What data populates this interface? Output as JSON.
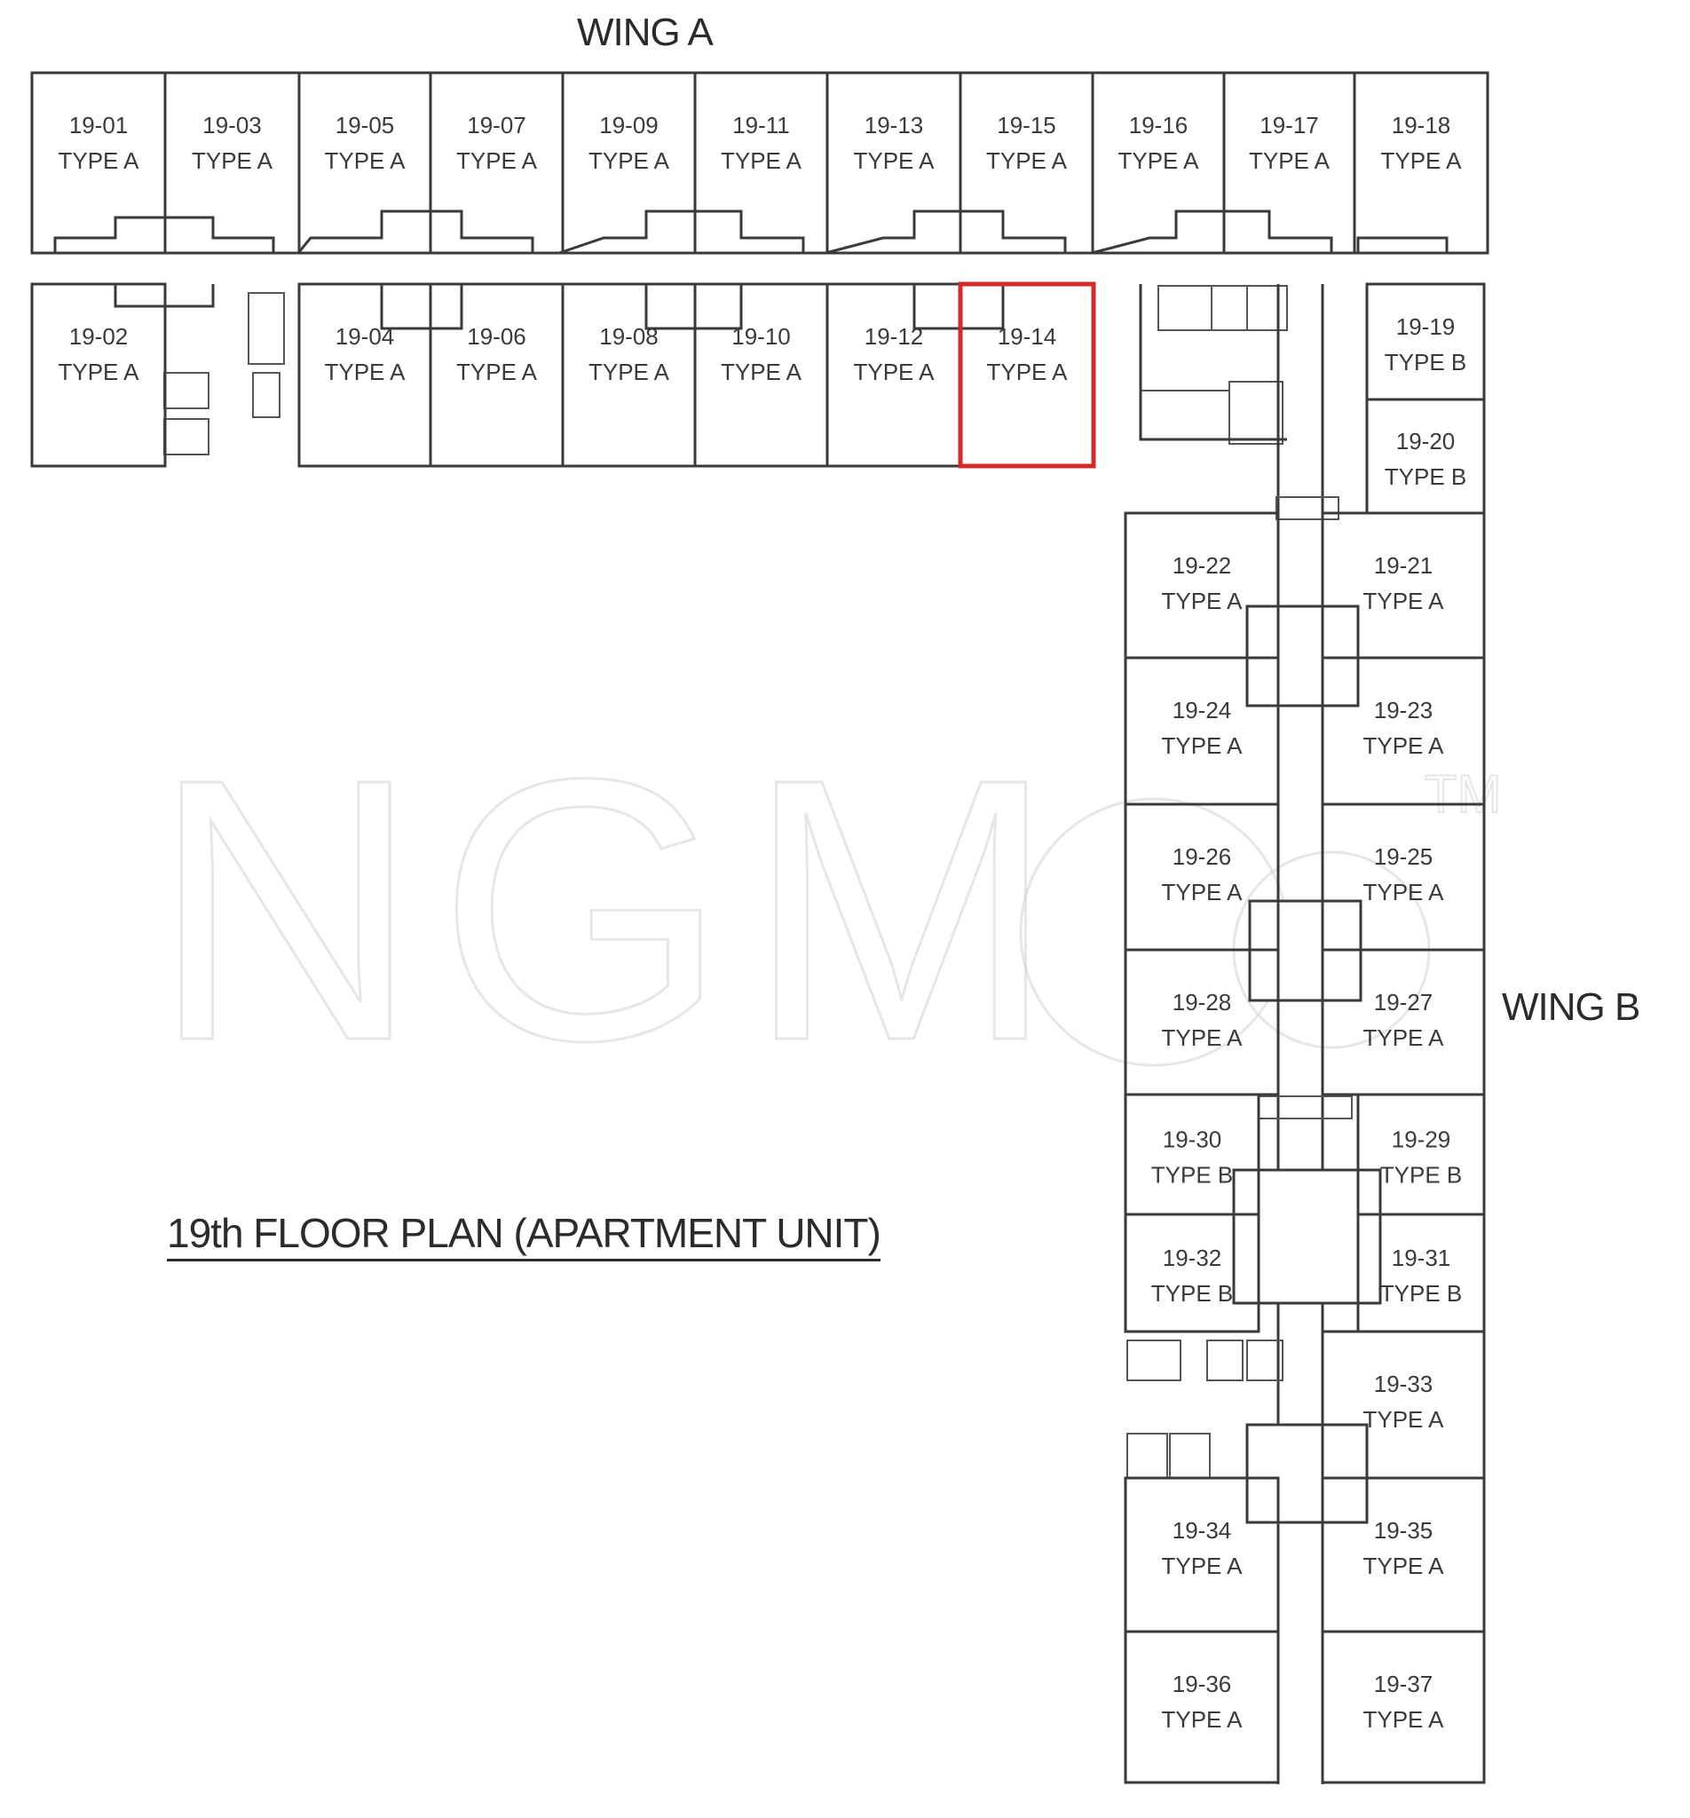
{
  "wing_a_label": "WING A",
  "wing_b_label": "WING B",
  "title": "19th FLOOR PLAN (APARTMENT UNIT)",
  "highlight_color": "#d42a2a",
  "watermark": {
    "text": "NGM",
    "tm": "TM",
    "logo": "ncm-co-watermark"
  },
  "units": [
    {
      "id": "19-01",
      "type": "TYPE A"
    },
    {
      "id": "19-03",
      "type": "TYPE A"
    },
    {
      "id": "19-05",
      "type": "TYPE A"
    },
    {
      "id": "19-07",
      "type": "TYPE A"
    },
    {
      "id": "19-09",
      "type": "TYPE A"
    },
    {
      "id": "19-11",
      "type": "TYPE A"
    },
    {
      "id": "19-13",
      "type": "TYPE A"
    },
    {
      "id": "19-15",
      "type": "TYPE A"
    },
    {
      "id": "19-16",
      "type": "TYPE A"
    },
    {
      "id": "19-17",
      "type": "TYPE A"
    },
    {
      "id": "19-18",
      "type": "TYPE A"
    },
    {
      "id": "19-02",
      "type": "TYPE A"
    },
    {
      "id": "19-04",
      "type": "TYPE A"
    },
    {
      "id": "19-06",
      "type": "TYPE A"
    },
    {
      "id": "19-08",
      "type": "TYPE A"
    },
    {
      "id": "19-10",
      "type": "TYPE A"
    },
    {
      "id": "19-12",
      "type": "TYPE A"
    },
    {
      "id": "19-14",
      "type": "TYPE A",
      "highlighted": true
    },
    {
      "id": "19-19",
      "type": "TYPE B"
    },
    {
      "id": "19-20",
      "type": "TYPE B"
    },
    {
      "id": "19-22",
      "type": "TYPE A"
    },
    {
      "id": "19-21",
      "type": "TYPE A"
    },
    {
      "id": "19-24",
      "type": "TYPE A"
    },
    {
      "id": "19-23",
      "type": "TYPE A"
    },
    {
      "id": "19-26",
      "type": "TYPE A"
    },
    {
      "id": "19-25",
      "type": "TYPE A"
    },
    {
      "id": "19-28",
      "type": "TYPE A"
    },
    {
      "id": "19-27",
      "type": "TYPE A"
    },
    {
      "id": "19-30",
      "type": "TYPE B"
    },
    {
      "id": "19-29",
      "type": "TYPE B"
    },
    {
      "id": "19-32",
      "type": "TYPE B"
    },
    {
      "id": "19-31",
      "type": "TYPE B"
    },
    {
      "id": "19-33",
      "type": "TYPE A"
    },
    {
      "id": "19-34",
      "type": "TYPE A"
    },
    {
      "id": "19-35",
      "type": "TYPE A"
    },
    {
      "id": "19-36",
      "type": "TYPE A"
    },
    {
      "id": "19-37",
      "type": "TYPE A"
    }
  ]
}
